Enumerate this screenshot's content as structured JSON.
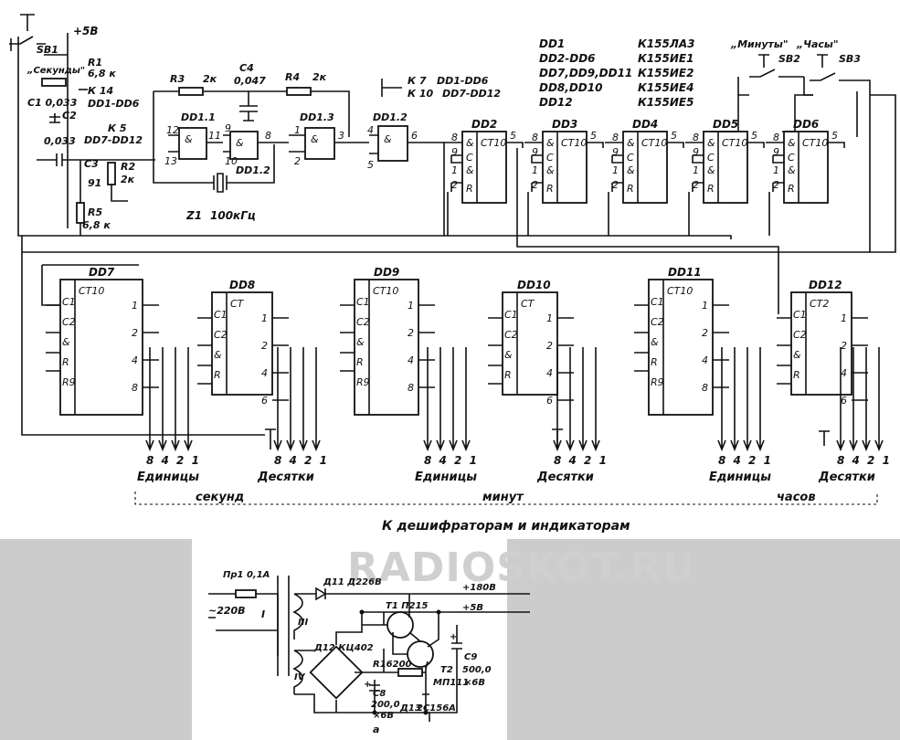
{
  "top": {
    "sb1": "SB1",
    "plus5v": "+5В",
    "sekundy": "„Секунды\"",
    "r1": "R1",
    "r1v": "6,8 к",
    "k14": "К 14",
    "dd1dd6": "DD1-DD6",
    "c1": "C1 0,033",
    "c2": "C2",
    "c2v": "0,033",
    "k5": "К 5",
    "dd7dd12": "DD7-DD12",
    "c3": "C3",
    "c3v": "91",
    "r2": "R2",
    "r2v": "2к",
    "r5": "R5",
    "r5v": "6,8 к",
    "r3": "R3",
    "r3v": "2к",
    "c4": "C4",
    "c4v": "0,047",
    "r4": "R4",
    "r4v": "2к",
    "z1": "Z1",
    "z1v": "100кГц",
    "dd11": "DD1.1",
    "dd12a": "DD1.2",
    "dd13": "DD1.3",
    "dd12b": "DD1.2",
    "k7": "К 7",
    "k7t": "DD1-DD6",
    "k10": "К 10",
    "k10t": "DD7-DD12",
    "ic_names": [
      "DD2",
      "DD3",
      "DD4",
      "DD5",
      "DD6"
    ],
    "ct10": "CT10",
    "legend_left": [
      "DD1",
      "DD2-DD6",
      "DD7,DD9,DD11",
      "DD8,DD10",
      "DD12"
    ],
    "legend_right": [
      "К155ЛА3",
      "К155ИЕ1",
      "К155ИЕ2",
      "К155ИЕ4",
      "К155ИЕ5"
    ],
    "minuty": "„Минуты\"",
    "chasy": "„Часы\"",
    "sb2": "SB2",
    "sb3": "SB3"
  },
  "mid": {
    "ics": [
      "DD7",
      "DD8",
      "DD9",
      "DD10",
      "DD11",
      "DD12"
    ],
    "ct10": "CT10",
    "ct": "CT",
    "ct2": "CT2",
    "outputs": "8 4 2 1",
    "edinicy": "Единицы",
    "desyatki": "Десятки",
    "sekund": "секунд",
    "minut": "минут",
    "chasov": "часов",
    "footer": "К дешифраторам и индикаторам"
  },
  "psu": {
    "pr1": "Пр1 0,1А",
    "mains": "~220В",
    "w1": "I",
    "w3": "III",
    "w4": "IV",
    "d11": "Д11 Д226В",
    "p180": "+180В",
    "p5": "+5В",
    "t1": "Т1 П215",
    "d12": "Д12 КЦ402",
    "r6": "R16200",
    "t2": "Т2",
    "t2v": "МП111",
    "c9": "C9",
    "c9v": "500,0",
    "c9u": "×6В",
    "c8": "C8",
    "c8v": "200,0",
    "c8u": "×6В",
    "d13": "Д13",
    "d13v": "2С156А",
    "sublabel": "а",
    "plus": "+"
  },
  "watermark": "RADIOSKOT.RU"
}
